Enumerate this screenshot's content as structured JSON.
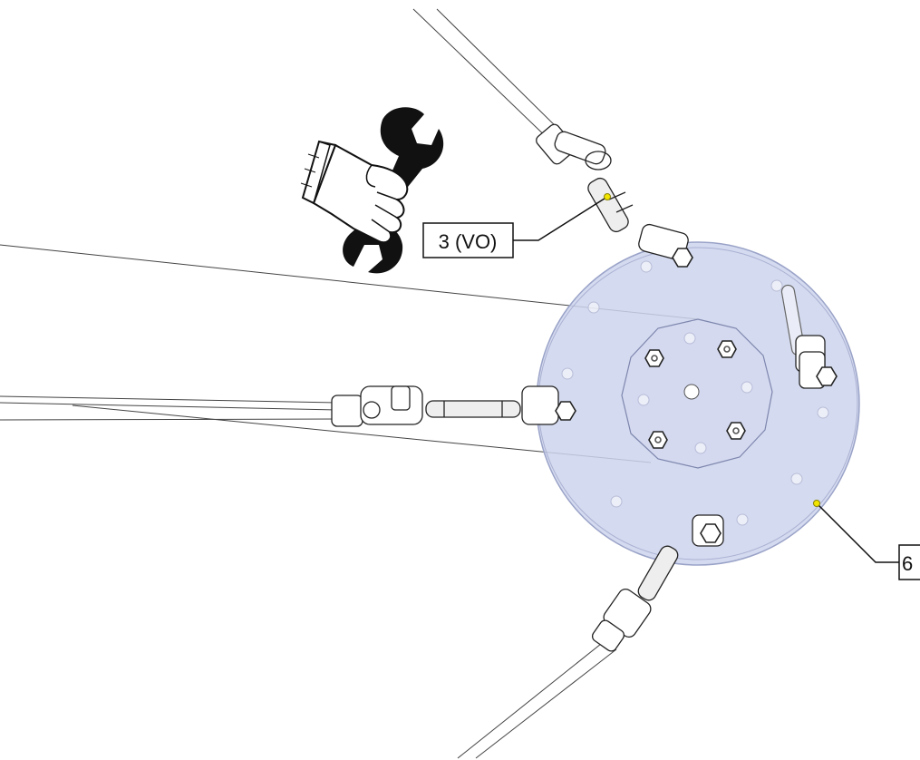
{
  "callouts": [
    {
      "id": "callout-3-vo",
      "label": "3 (VO)"
    },
    {
      "id": "callout-6",
      "label": "6"
    }
  ],
  "icons": {
    "wrench_hand": "wrench-in-hand-icon"
  },
  "colors": {
    "plate_fill": "#cdd3ec",
    "plate_stroke": "#9aa3c8",
    "line": "#333333",
    "leader_dot": "#f2e600",
    "background": "#ffffff"
  }
}
